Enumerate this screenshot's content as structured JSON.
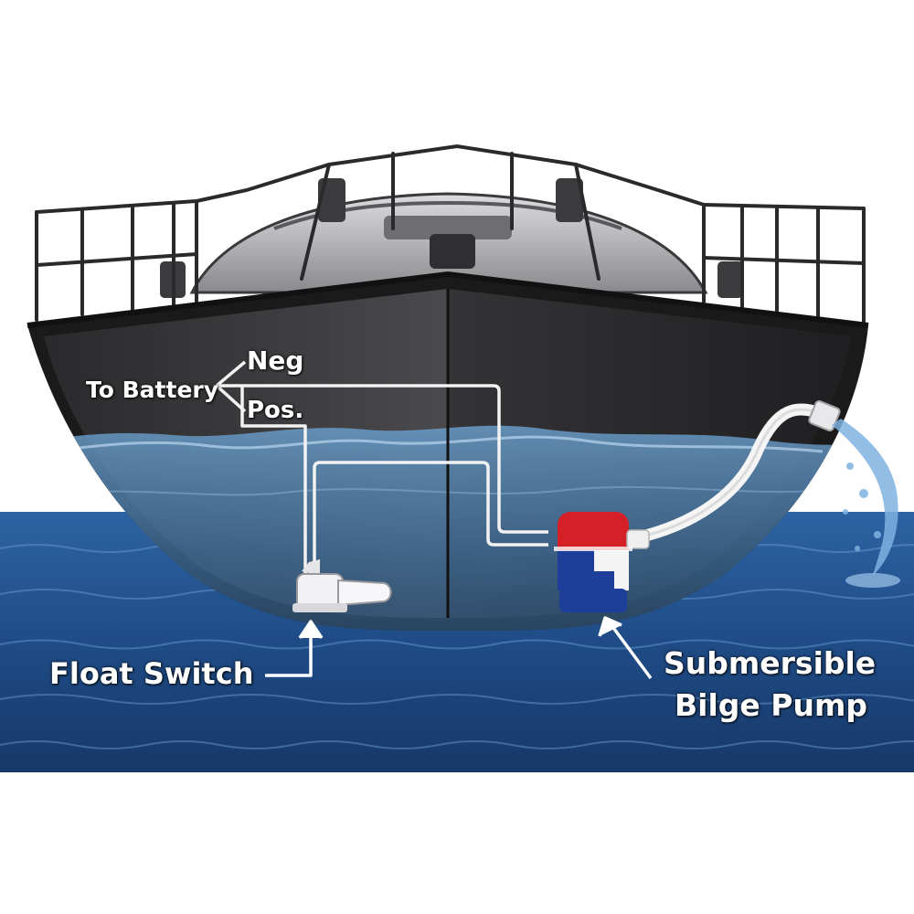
{
  "labels": {
    "neg": "Neg",
    "pos": "Pos.",
    "to_battery": "To Battery",
    "float_switch": "Float Switch",
    "pump_line1": "Submersible",
    "pump_line2": "Bilge Pump"
  },
  "colors": {
    "sea": "#1f4c86",
    "hull": "#2c2c2e",
    "bilge_water": "#3f6f9c",
    "wire": "#f2f2f2",
    "pump_red": "#d42026",
    "pump_blue": "#1d3f9a",
    "pump_white": "#f4f4f4"
  },
  "icons": {
    "float_switch": "float-switch-icon",
    "bilge_pump": "bilge-pump-icon",
    "discharge_splash": "water-splash-icon"
  }
}
